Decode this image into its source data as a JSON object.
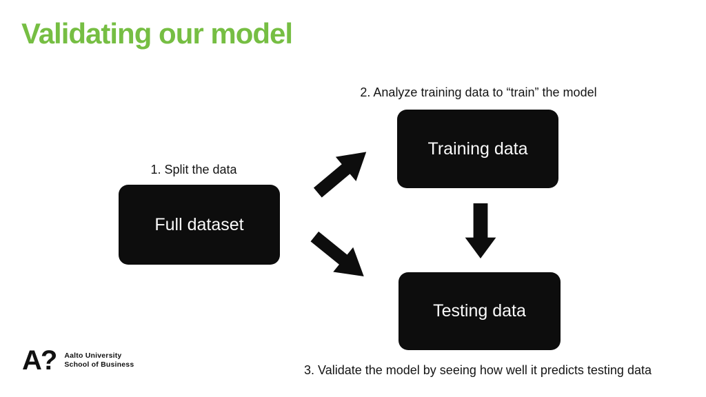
{
  "slide": {
    "title": "Validating our model",
    "accent_color": "#76BE43",
    "box_color": "#0d0d0d",
    "background_color": "#ffffff"
  },
  "diagram": {
    "step1_label": "1. Split the data",
    "step2_label": "2. Analyze training data to “train” the model",
    "step3_label": "3. Validate the model by seeing how well it predicts testing data",
    "nodes": {
      "full_dataset": "Full dataset",
      "training_data": "Training data",
      "testing_data": "Testing data"
    },
    "arrows": [
      "full-dataset-to-training-data",
      "full-dataset-to-testing-data",
      "training-data-to-testing-data"
    ]
  },
  "footer": {
    "logo_mark": "A?",
    "org_line1": "Aalto University",
    "org_line2": "School of Business"
  }
}
